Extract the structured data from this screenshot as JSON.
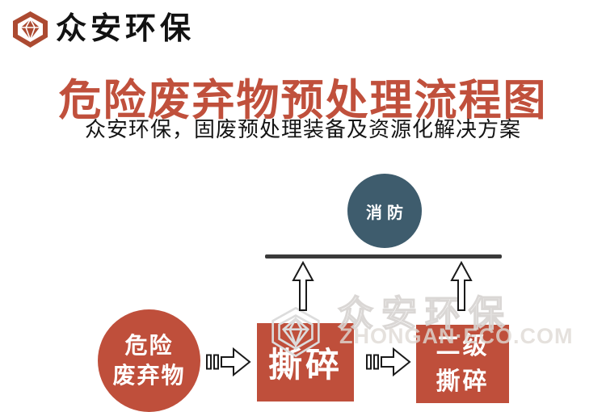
{
  "brand": {
    "logo_text": "众安环保"
  },
  "header": {
    "title": "危险废弃物预处理流程图",
    "subtitle": "众安环保，固废预处理装备及资源化解决方案"
  },
  "diagram": {
    "fire_node_label": "消防",
    "source_node_line1": "危险",
    "source_node_line2": "废弃物",
    "shred_node_label": "撕碎",
    "secondary_node_line1": "二级",
    "secondary_node_line2": "撕碎"
  },
  "watermark": {
    "cn": "众安环保",
    "en": "ZHONGAN·ECO.COM"
  },
  "colors": {
    "brand_red": "#bf4f3b",
    "title_red": "#c0503c",
    "fire_teal": "#3e5c6d",
    "logo_red": "#ac4a31",
    "line_dark": "#3a3a3a"
  }
}
